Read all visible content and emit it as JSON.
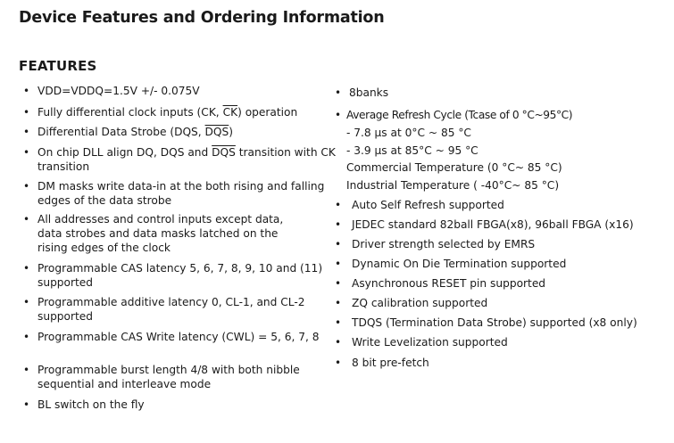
{
  "title": "Device Features and Ordering Information",
  "features_heading": "FEATURES",
  "bullet": "•",
  "left": {
    "i1": "VDD=VDDQ=1.5V +/- 0.075V",
    "i2_a": "Fully differential clock inputs (CK, ",
    "i2_b": "CK",
    "i2_c": ") operation",
    "i3_a": "Differential Data Strobe (DQS, ",
    "i3_b": "DQS",
    "i3_c": ")",
    "i4_a": "On chip DLL align DQ, DQS and ",
    "i4_b": "DQS",
    "i4_c": " transition with CK",
    "i4_d": "transition",
    "i5_l1": "DM masks write data-in at the both rising and falling",
    "i5_l2": "edges of the data strobe",
    "i6_l1": "All addresses and control inputs except data,",
    "i6_l2": "data strobes and data masks latched on the",
    "i6_l3": "rising edges of the clock",
    "i7_l1": "Programmable CAS latency 5, 6, 7, 8, 9, 10 and (11)",
    "i7_l2": "supported",
    "i8_l1": "Programmable additive latency 0, CL-1, and CL-2",
    "i8_l2": "supported",
    "i9": "Programmable CAS Write latency (CWL) = 5, 6, 7, 8",
    "i10_l1": "Programmable burst length 4/8 with both nibble",
    "i10_l2": "sequential and interleave mode",
    "i11": "BL switch on the fly"
  },
  "right": {
    "r1": "8banks",
    "r2": "Average Refresh Cycle (Tcase of 0 °C~95°C)",
    "r2_s1": "- 7.8 µs at 0°C ~ 85 °C",
    "r2_s2": "- 3.9 µs at 85°C ~ 95 °C",
    "r2_s3": "Commercial Temperature (0  °C~ 85 °C)",
    "r2_s4": "Industrial Temperature ( -40°C~ 85 °C)",
    "r3": "Auto Self Refresh supported",
    "r4": "JEDEC standard 82ball FBGA(x8), 96ball FBGA (x16)",
    "r5": "Driver strength selected by EMRS",
    "r6": "Dynamic On Die Termination supported",
    "r7": "Asynchronous RESET pin supported",
    "r8": "ZQ calibration supported",
    "r9": "TDQS (Termination Data Strobe) supported (x8 only)",
    "r10": "Write Levelization supported",
    "r11": "8 bit pre-fetch"
  }
}
